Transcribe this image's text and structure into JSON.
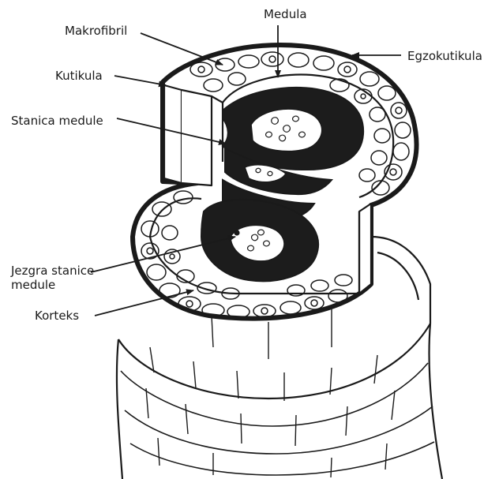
{
  "labels": {
    "medula": "Medula",
    "makrofibril": "Makrofibril",
    "egzokutikula": "Egzokutikula",
    "kutikula": "Kutikula",
    "stanica_medule": "Stanica medule",
    "jezgra_line1": "Jezgra stanice",
    "jezgra_line2": "medule",
    "korteks": "Korteks"
  },
  "colors": {
    "ink": "#1a1a1a",
    "paper": "#ffffff",
    "medulla_fill": "#1c1c1c"
  }
}
